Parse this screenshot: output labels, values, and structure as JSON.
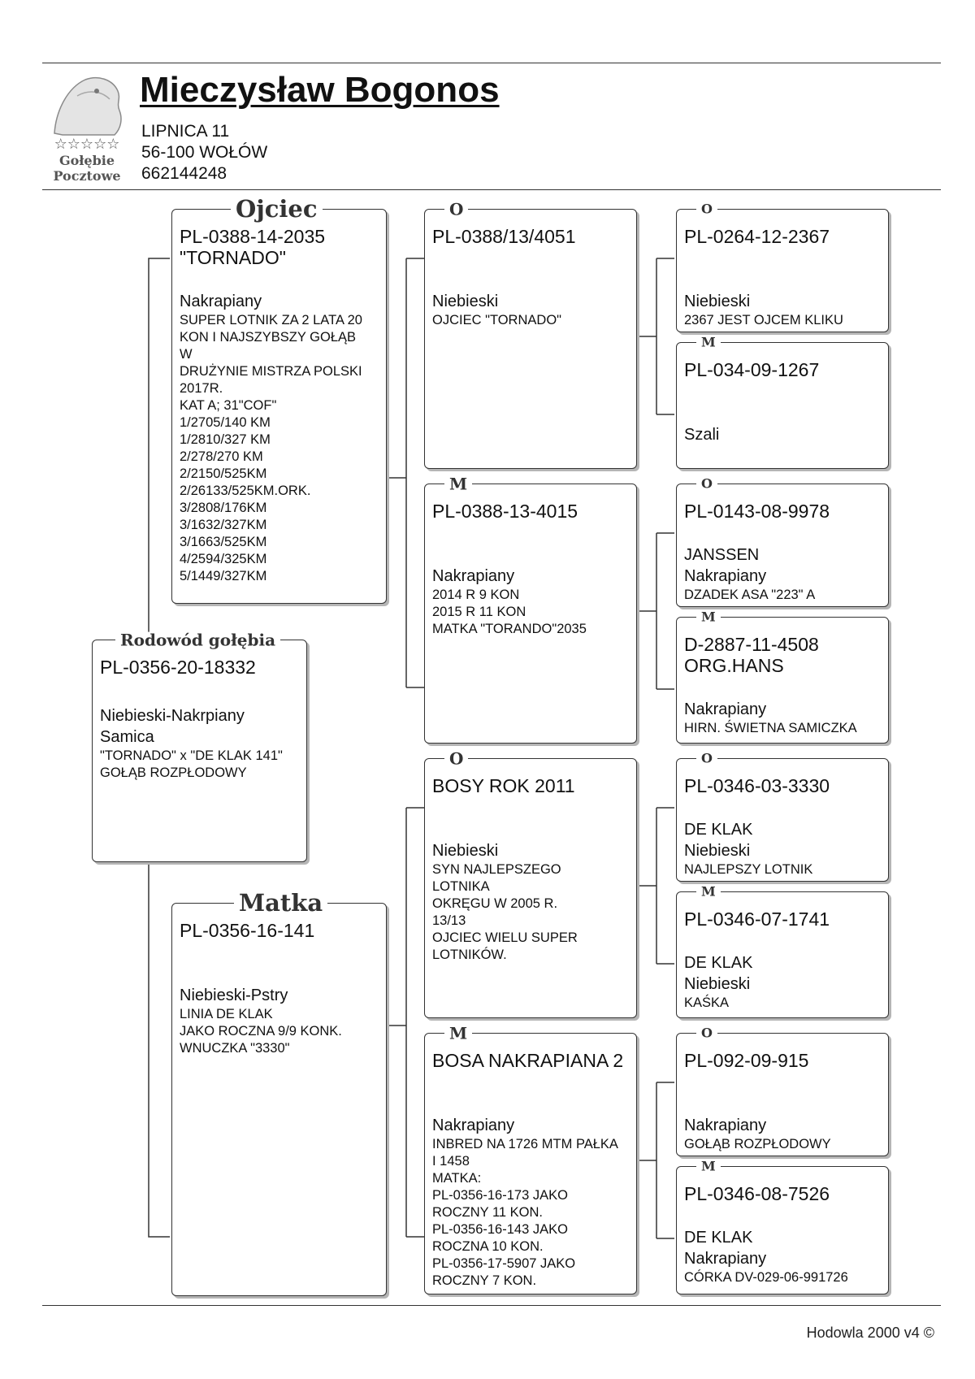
{
  "header": {
    "logo_text_1": "Gołębie",
    "logo_text_2": "Pocztowe",
    "logo_stars": "☆☆☆☆☆",
    "owner_name": "Mieczysław Bogonos",
    "address_line1": "LIPNICA 11",
    "address_line2": "56-100 WOŁÓW",
    "phone": "662144248"
  },
  "pedigree": {
    "subject": {
      "label": "Rodowód gołębia",
      "ring": "PL-0356-20-18332",
      "color": "Niebieski-Nakrpiany\nSamica",
      "notes": "\"TORNADO\" x \"DE KLAK 141\"\nGOŁĄB ROZPŁODOWY"
    },
    "father": {
      "label": "Ojciec",
      "ring": "PL-0388-14-2035\n\"TORNADO\"",
      "color": "Nakrapiany",
      "notes": "SUPER LOTNIK ZA 2 LATA 20\nKON I NAJSZYBSZY GOŁĄB\nW\nDRUŻYNIE MISTRZA POLSKI\n2017R.\nKAT A; 31\"COF\"\n1/2705/140 KM\n1/2810/327 KM\n2/278/270 KM\n2/2150/525KM\n2/26133/525KM.ORK.\n3/2808/176KM\n3/1632/327KM\n3/1663/525KM\n4/2594/325KM\n5/1449/327KM"
    },
    "mother": {
      "label": "Matka",
      "ring": "PL-0356-16-141",
      "color": "Niebieski-Pstry",
      "notes": "LINIA DE KLAK\nJAKO ROCZNA 9/9 KONK.\nWNUCZKA \"3330\""
    },
    "ff": {
      "label": "O",
      "ring": "PL-0388/13/4051",
      "color": "Niebieski",
      "notes": "OJCIEC \"TORNADO\""
    },
    "fm": {
      "label": "M",
      "ring": "PL-0388-13-4015",
      "color": "Nakrapiany",
      "notes": "2014 R 9 KON\n2015 R 11 KON\nMATKA \"TORANDO\"2035"
    },
    "mf": {
      "label": "O",
      "ring": "BOSY ROK 2011",
      "color": "Niebieski",
      "notes": "SYN NAJLEPSZEGO\nLOTNIKA\nOKRĘGU W 2005 R.\n13/13\nOJCIEC WIELU SUPER\nLOTNIKÓW."
    },
    "mm": {
      "label": "M",
      "ring": "BOSA NAKRAPIANA 2",
      "color": "Nakrapiany",
      "notes": "INBRED NA 1726 MTM PAŁKA\nI 1458\nMATKA:\nPL-0356-16-173 JAKO\nROCZNY 11 KON.\nPL-0356-16-143 JAKO\nROCZNA 10 KON.\nPL-0356-17-5907 JAKO\nROCZNY 7 KON."
    },
    "fff": {
      "label": "O",
      "ring": "PL-0264-12-2367",
      "color": "Niebieski",
      "notes": "2367 JEST OJCEM KLIKU"
    },
    "ffm": {
      "label": "M",
      "ring": "PL-034-09-1267",
      "color": "Szali",
      "notes": ""
    },
    "fmf": {
      "label": "O",
      "ring": "PL-0143-08-9978",
      "color": "JANSSEN\nNakrapiany",
      "notes": "DZADEK ASA \"223\" A"
    },
    "fmm": {
      "label": "M",
      "ring": "D-2887-11-4508\nORG.HANS",
      "color": "Nakrapiany",
      "notes": "HIRN. ŚWIETNA SAMICZKA"
    },
    "mff": {
      "label": "O",
      "ring": "PL-0346-03-3330",
      "color": "DE KLAK\nNiebieski",
      "notes": "NAJLEPSZY LOTNIK"
    },
    "mfm": {
      "label": "M",
      "ring": "PL-0346-07-1741",
      "color": "DE KLAK\nNiebieski",
      "notes": "KAŚKA"
    },
    "mmf": {
      "label": "O",
      "ring": "PL-092-09-915",
      "color": "Nakrapiany",
      "notes": "GOŁĄB ROZPŁODOWY"
    },
    "mmm": {
      "label": "M",
      "ring": "PL-0346-08-7526",
      "color": "DE KLAK\nNakrapiany",
      "notes": "CÓRKA DV-029-06-991726"
    }
  },
  "footer": {
    "credit": "Hodowla 2000 v4 ©"
  }
}
